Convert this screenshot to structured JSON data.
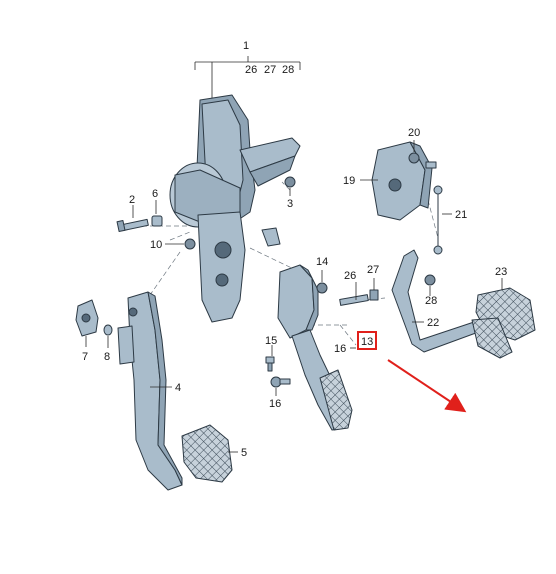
{
  "labels": {
    "l1": "1",
    "l26a": "26",
    "l27a": "27",
    "l28a": "28",
    "l2": "2",
    "l3": "3",
    "l4": "4",
    "l5": "5",
    "l6": "6",
    "l7": "7",
    "l8": "8",
    "l10": "10",
    "l13": "13",
    "l14": "14",
    "l15": "15",
    "l16a": "16",
    "l16b": "16",
    "l19": "19",
    "l20": "20",
    "l21": "21",
    "l22": "22",
    "l23": "23",
    "l26b": "26",
    "l27b": "27",
    "l28b": "28"
  },
  "colors": {
    "part_fill": "#a9bccb",
    "part_shade": "#8fa4b5",
    "part_dark": "#55697a",
    "pad_fill": "#c7d2db",
    "highlight_box": "#e0201b",
    "arrow": "#e0201b"
  }
}
